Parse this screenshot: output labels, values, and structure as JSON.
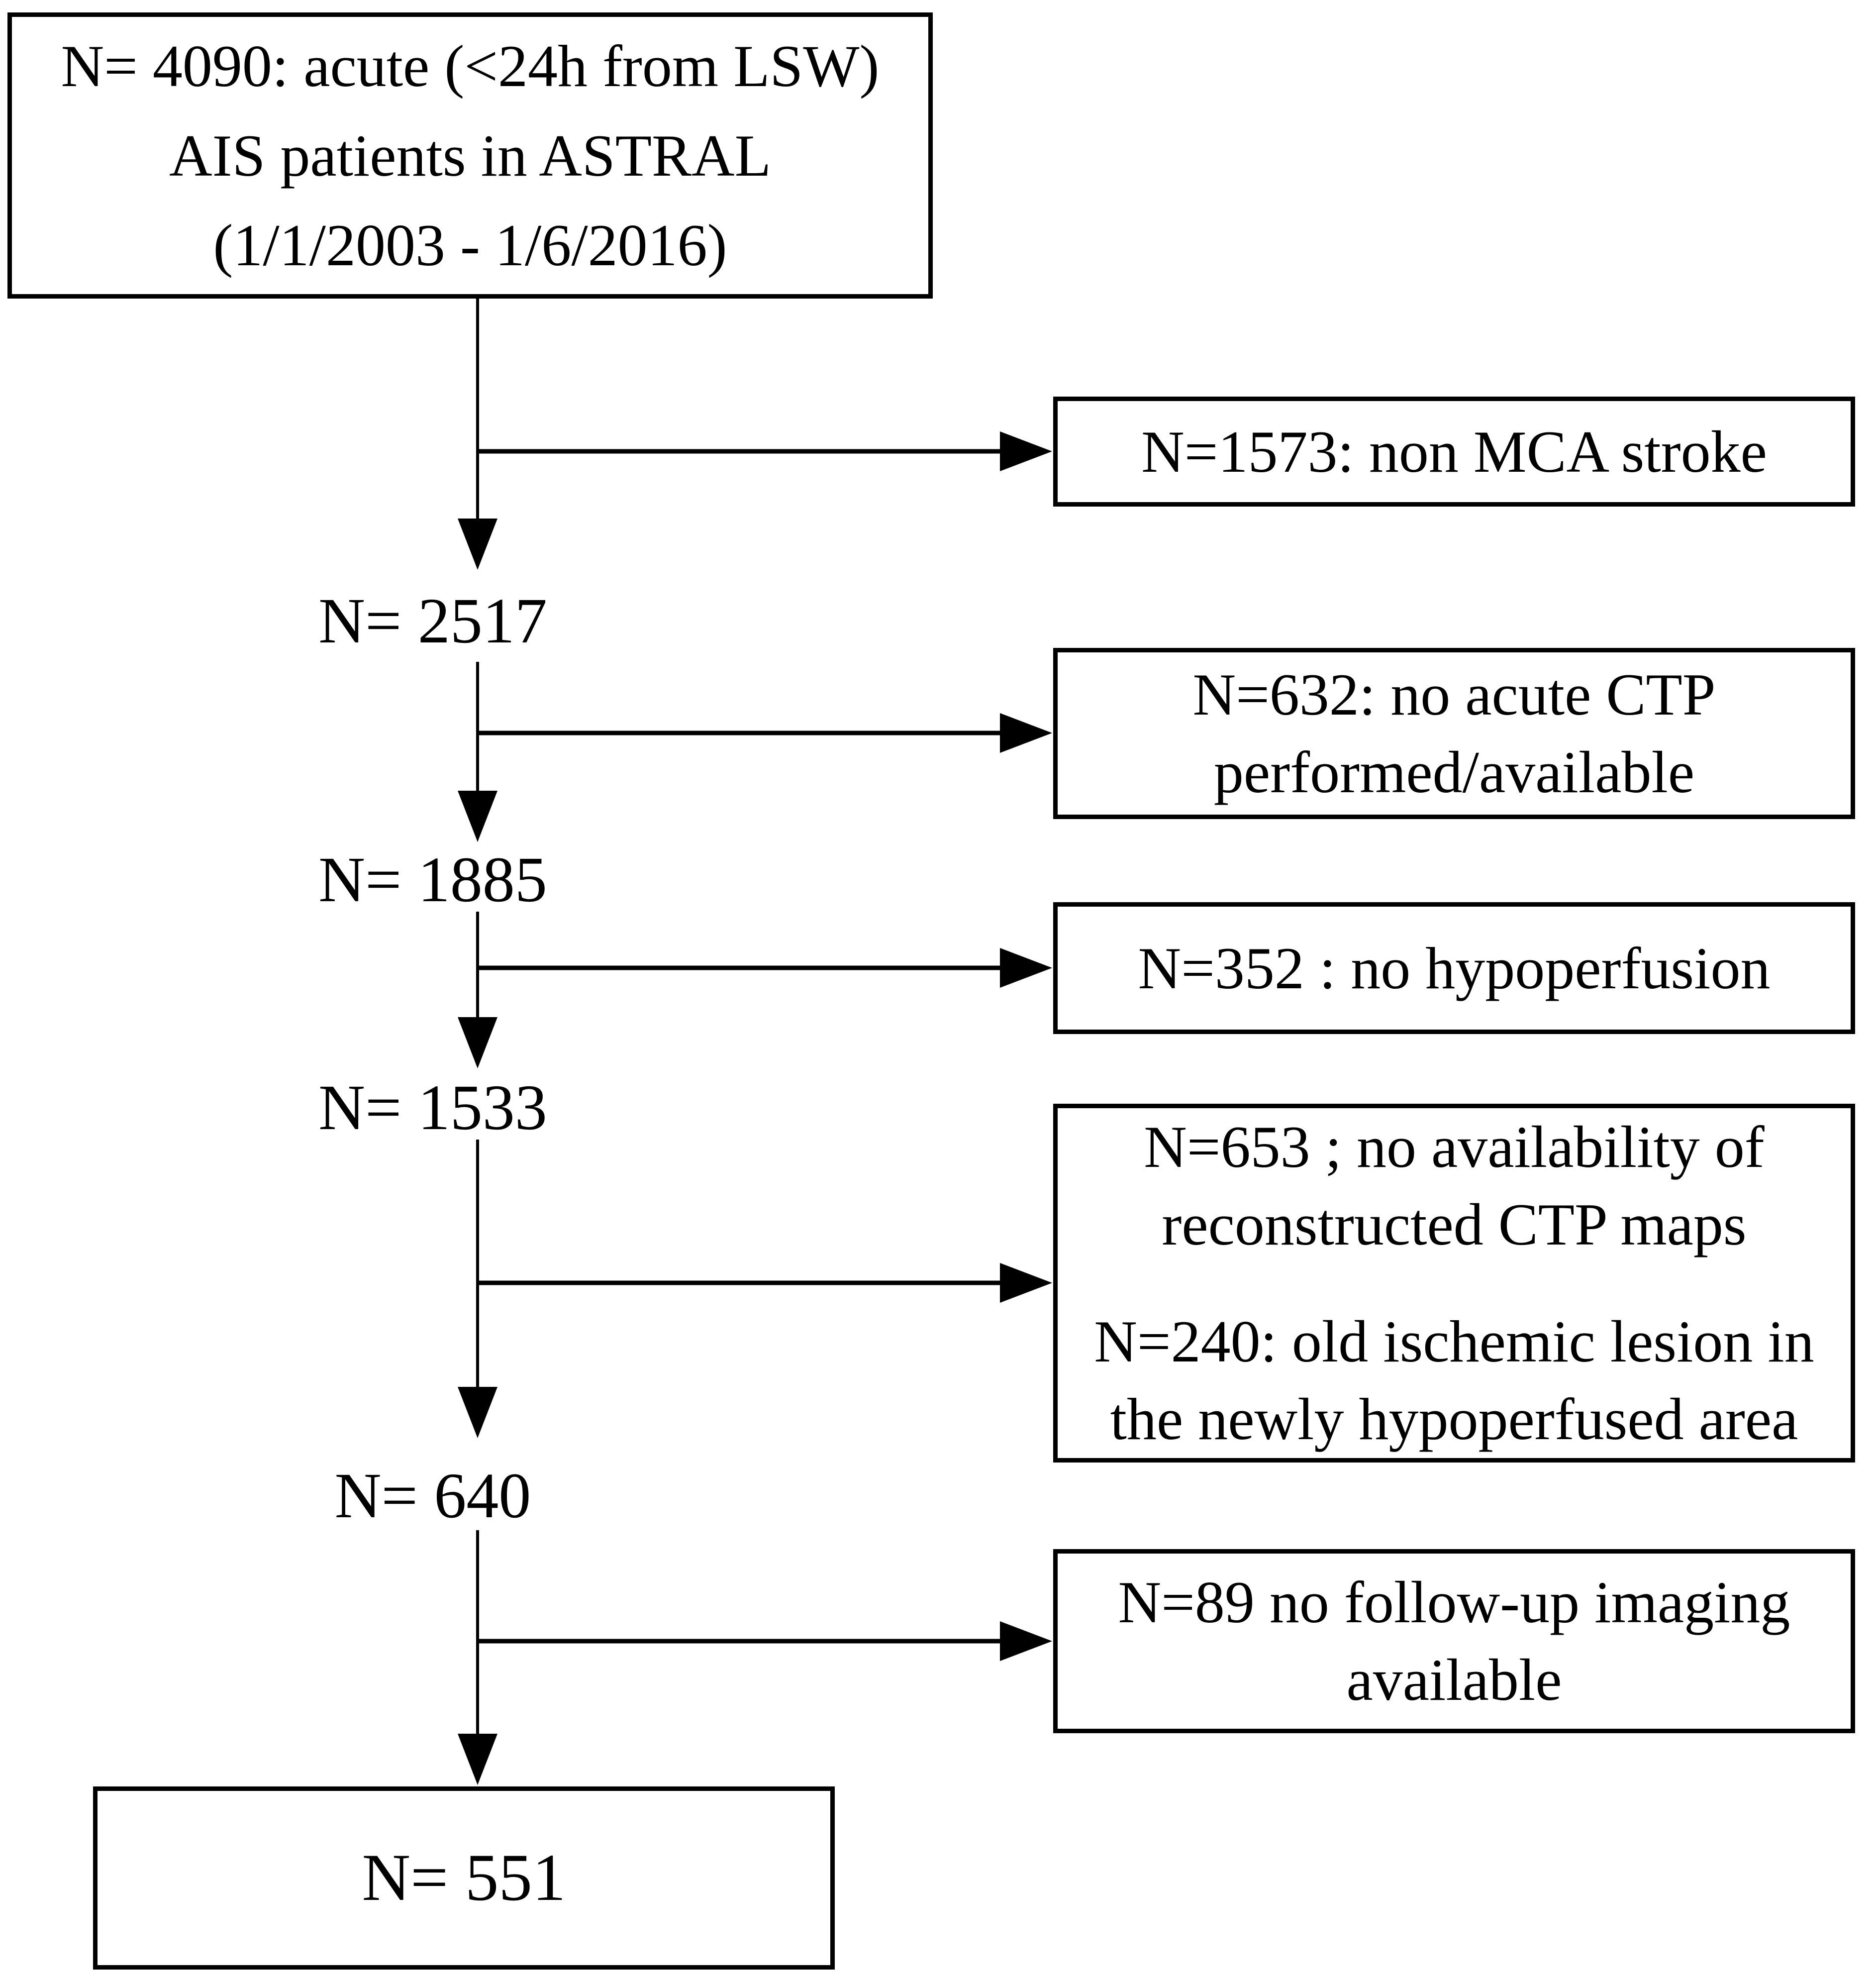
{
  "flowchart": {
    "enrollment_box": {
      "lines": [
        "N= 4090: acute (<24h from LSW)",
        "AIS patients in ASTRAL",
        "(1/1/2003 - 1/6/2016)"
      ]
    },
    "step_labels": [
      "N= 2517",
      "N= 1885",
      "N= 1533",
      "N= 640"
    ],
    "exclusion_boxes": [
      {
        "lines": [
          "N=1573: non MCA stroke"
        ]
      },
      {
        "lines": [
          "N=632: no acute CTP",
          "performed/available"
        ]
      },
      {
        "lines": [
          "N=352 : no hypoperfusion"
        ]
      },
      {
        "lines": [
          "N=653 ; no availability of",
          "reconstructed CTP maps",
          "",
          "N=240: old ischemic lesion in",
          "the newly hypoperfused area"
        ]
      },
      {
        "lines": [
          "N=89 no follow-up imaging",
          "available"
        ]
      }
    ],
    "final_box": {
      "label": "N= 551"
    },
    "colors": {
      "line": "#000000",
      "box_border": "#000000",
      "box_fill": "#ffffff",
      "background": "#ffffff",
      "text": "#000000"
    }
  }
}
